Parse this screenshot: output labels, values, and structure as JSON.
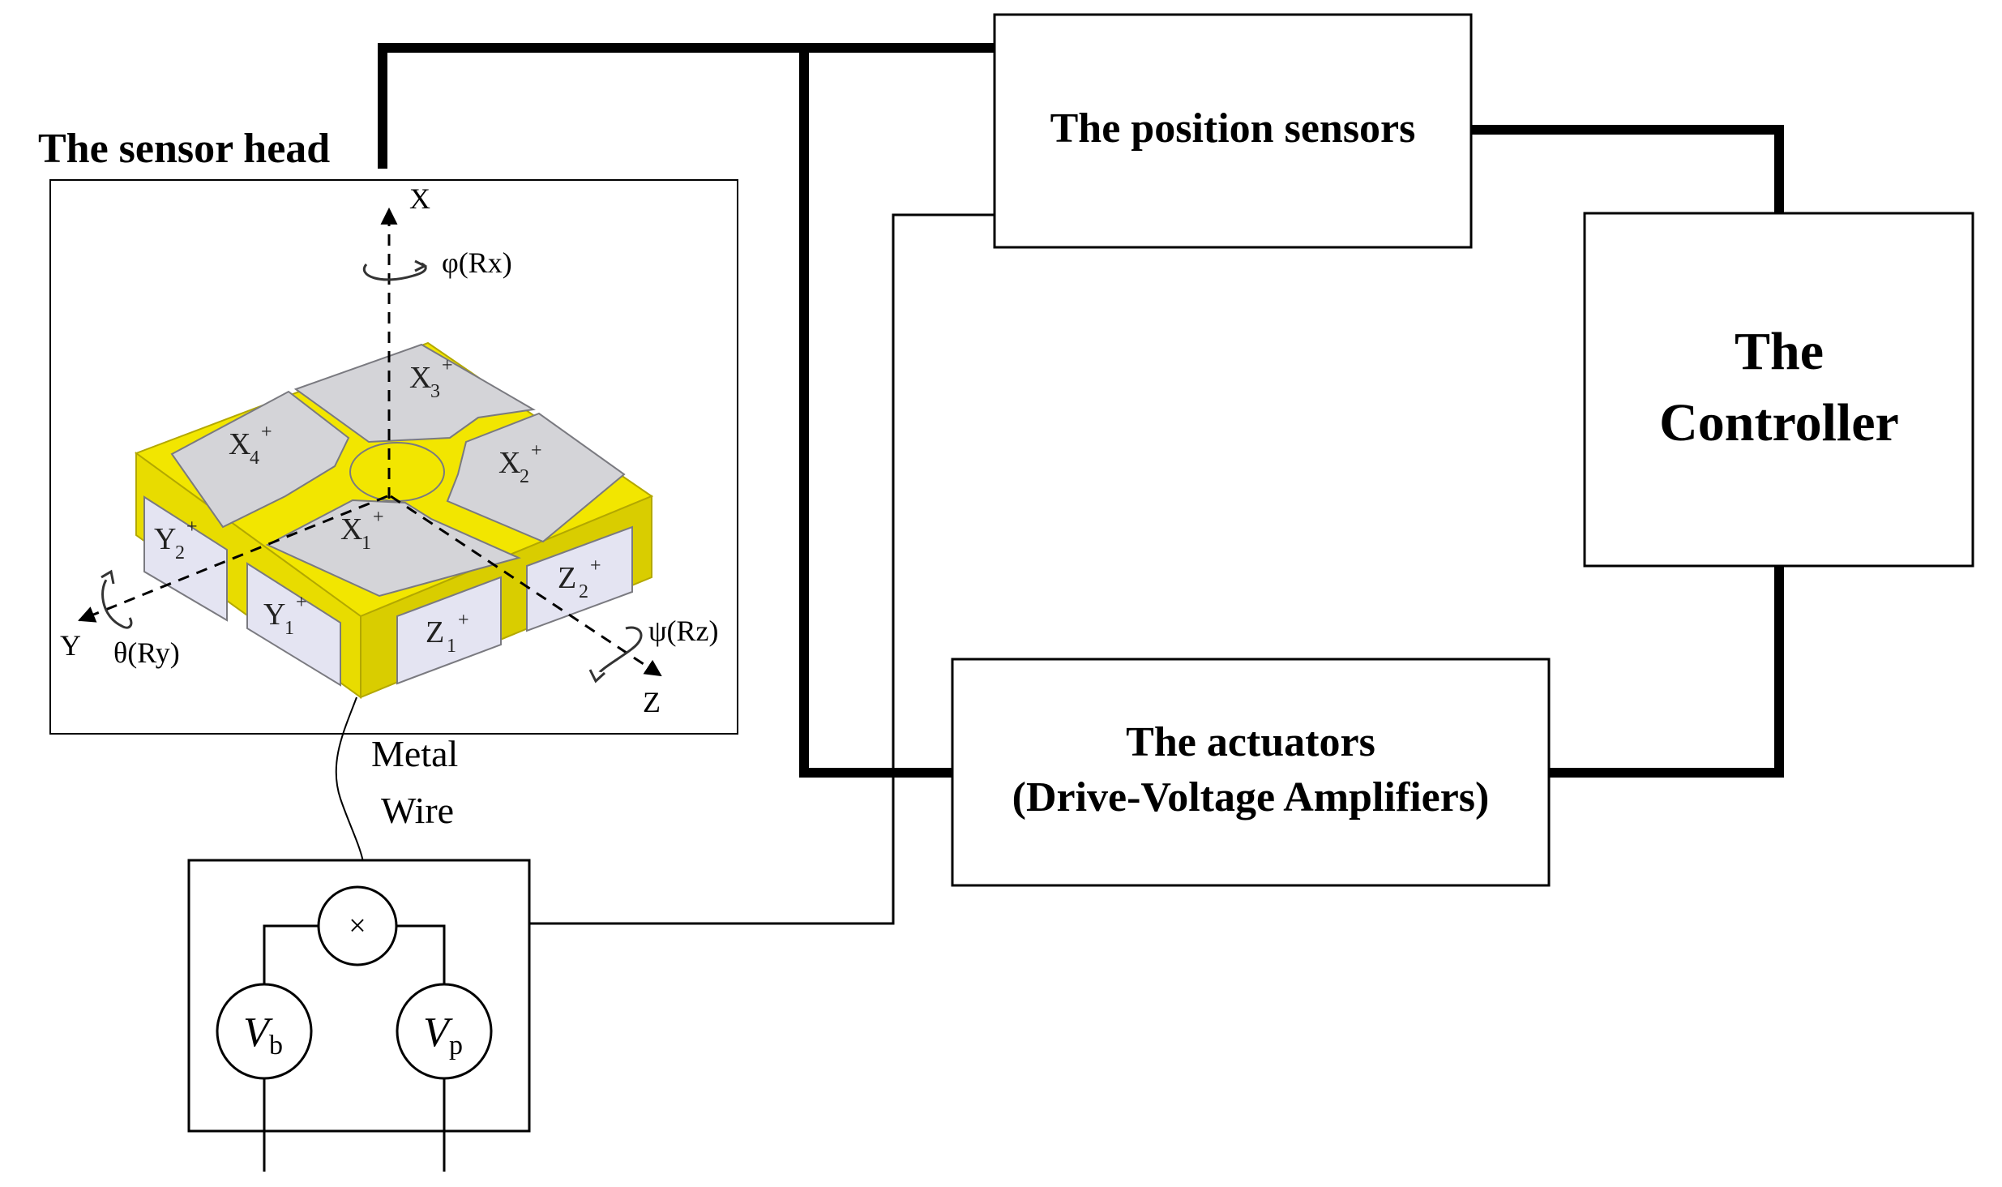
{
  "sensor_head": {
    "title": "The sensor head",
    "axes": {
      "x_label": "X",
      "y_label": "Y",
      "z_label": "Z",
      "rx_label": "φ(Rx)",
      "ry_label": "θ(Ry)",
      "rz_label": "ψ(Rz)"
    },
    "electrodes": {
      "x1": {
        "base": "X",
        "sub": "1",
        "sup": "+"
      },
      "x2": {
        "base": "X",
        "sub": "2",
        "sup": "+"
      },
      "x3": {
        "base": "X",
        "sub": "3",
        "sup": "+"
      },
      "x4": {
        "base": "X",
        "sub": "4",
        "sup": "+"
      },
      "y1": {
        "base": "Y",
        "sub": "1",
        "sup": "+"
      },
      "y2": {
        "base": "Y",
        "sub": "2",
        "sup": "+"
      },
      "z1": {
        "base": "Z",
        "sub": "1",
        "sup": "+"
      },
      "z2": {
        "base": "Z",
        "sub": "2",
        "sup": "+"
      }
    },
    "colors": {
      "body": "#f2e600",
      "electrode": "#d4d4d8",
      "electrode_side": "#e4e4f2"
    }
  },
  "wire": {
    "line1": "Metal",
    "line2": "Wire"
  },
  "source_circuit": {
    "multiplier_symbol": "×",
    "vb": {
      "base": "V",
      "sub": "b"
    },
    "vp": {
      "base": "V",
      "sub": "p"
    }
  },
  "blocks": {
    "position_sensors": "The position sensors",
    "controller_line1": "The",
    "controller_line2": "Controller",
    "actuators_line1": "The actuators",
    "actuators_line2": "(Drive-Voltage Amplifiers)"
  }
}
